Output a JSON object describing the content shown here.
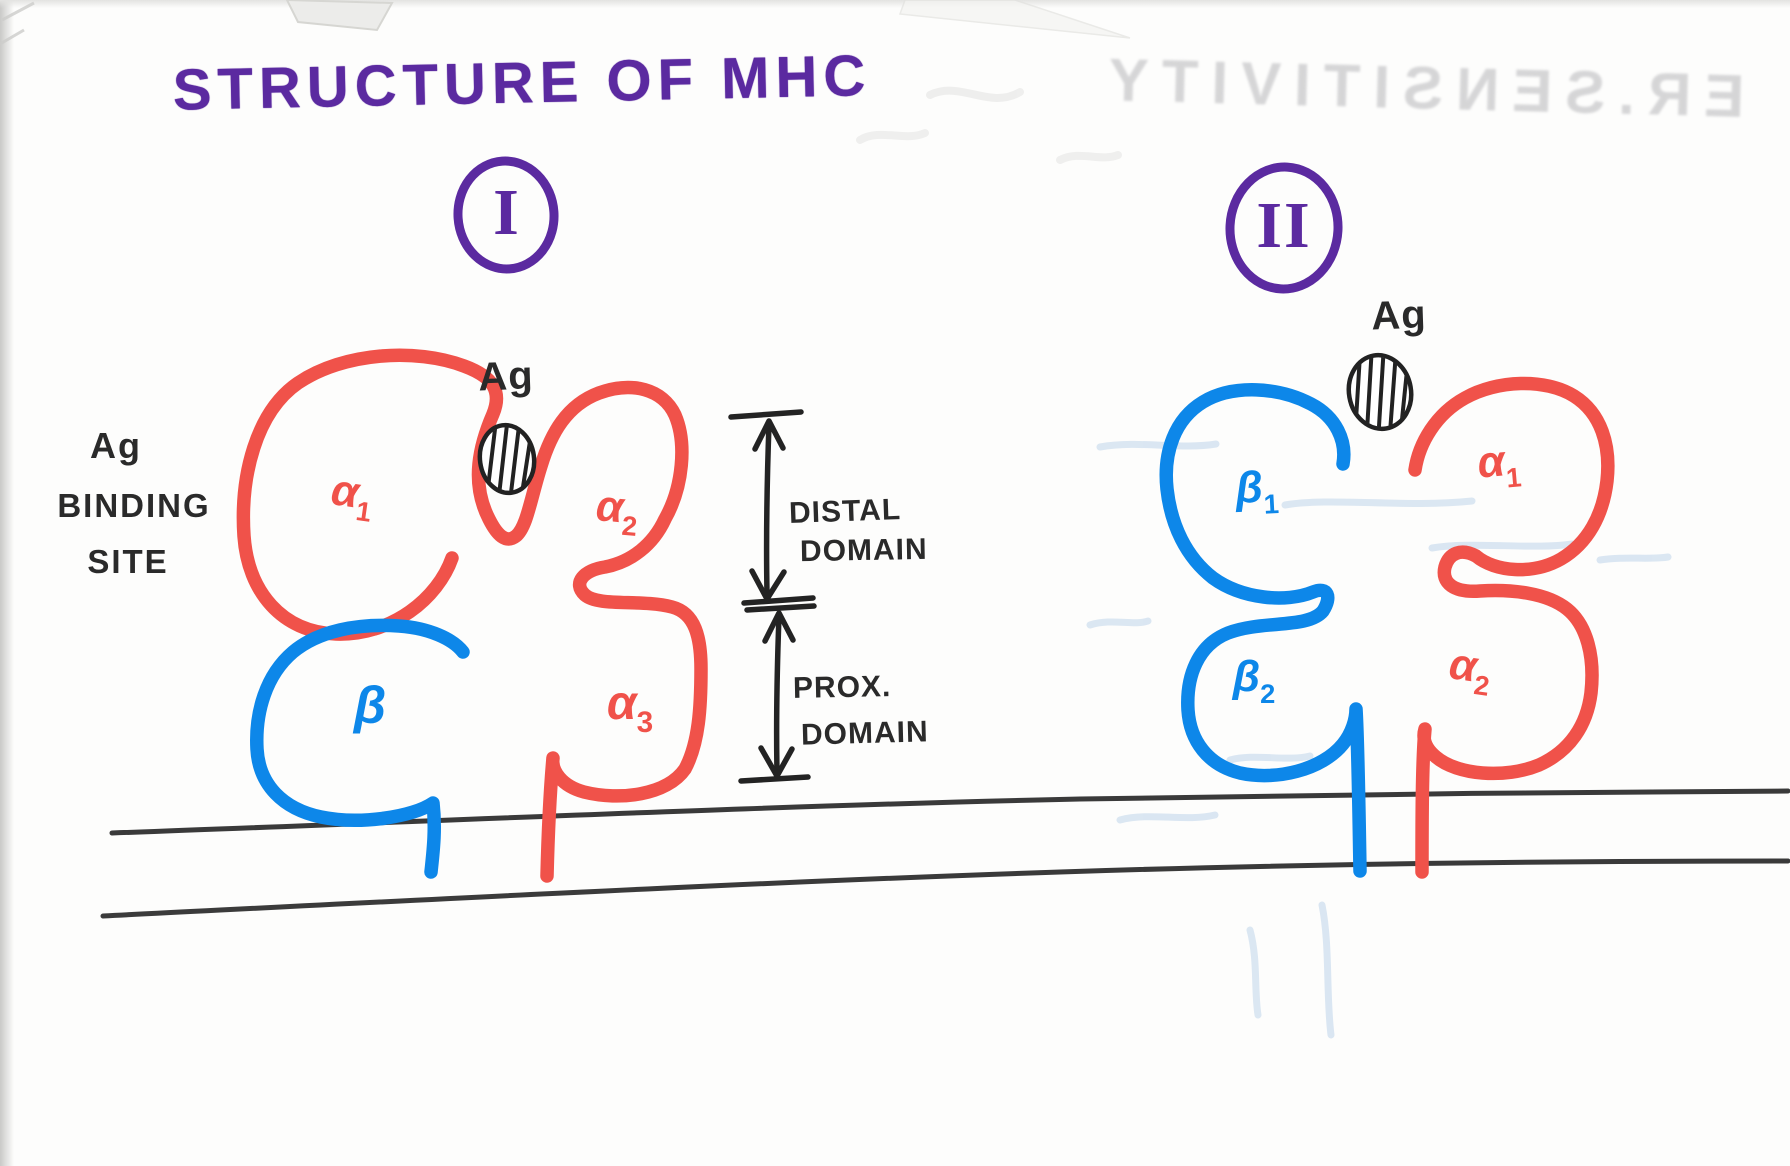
{
  "title": "STRUCTURE OF MHC",
  "annotations": {
    "ag_binding_site": {
      "line1": "Ag",
      "line2": "BINDING",
      "line3": "SITE"
    },
    "distal_domain": {
      "line1": "DISTAL",
      "line2": "DOMAIN"
    },
    "prox_domain": {
      "line1": "PROX.",
      "line2": "DOMAIN"
    }
  },
  "class_i": {
    "numeral": "I",
    "ag_label": "Ag",
    "labels": {
      "alpha1": {
        "base": "α",
        "sub": "1"
      },
      "alpha2": {
        "base": "α",
        "sub": "2"
      },
      "alpha3": {
        "base": "α",
        "sub": "3"
      },
      "beta": {
        "base": "β",
        "sub": ""
      }
    }
  },
  "class_ii": {
    "numeral": "II",
    "ag_label": "Ag",
    "labels": {
      "beta1": {
        "base": "β",
        "sub": "1"
      },
      "beta2": {
        "base": "β",
        "sub": "2"
      },
      "alpha1": {
        "base": "α",
        "sub": "1"
      },
      "alpha2": {
        "base": "α",
        "sub": "2"
      }
    }
  },
  "ghost_text": {
    "top_right": "ER.SENSITIVITY"
  },
  "colors": {
    "red": "#f0524a",
    "blue": "#0d87e9",
    "purple": "#5b2aa0",
    "ink": "#2a2a2a",
    "paper": "#fdfdfc"
  }
}
